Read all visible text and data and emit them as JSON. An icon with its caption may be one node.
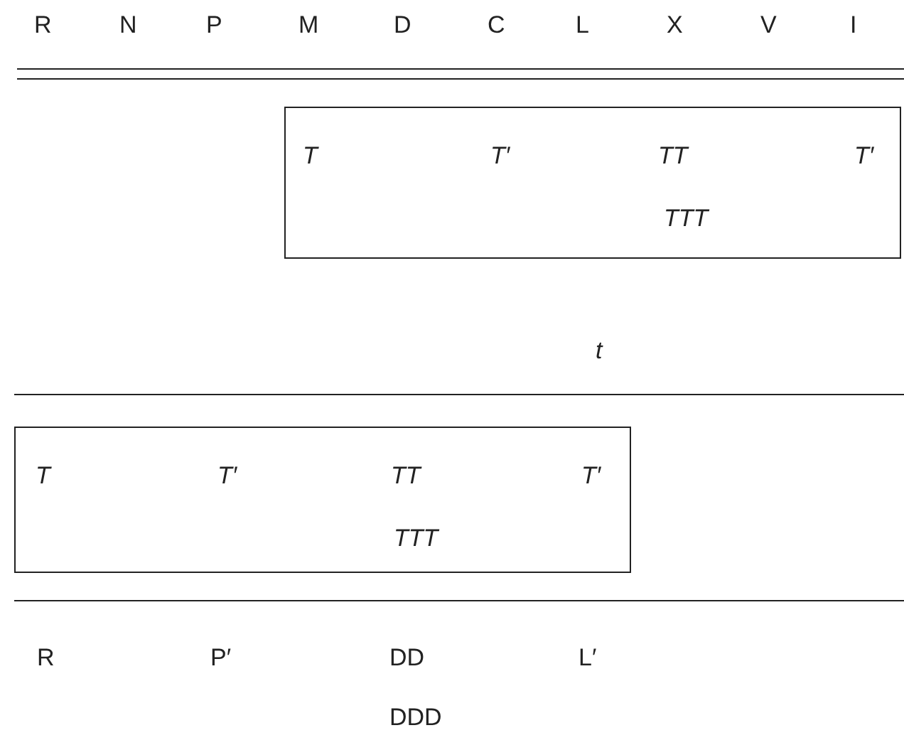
{
  "diagram": {
    "nodes": [
      {
        "text": [
          "T",
          "T′",
          "TT",
          "T′",
          "TTT"
        ]
      },
      {
        "text": [
          "T",
          "T′",
          "TT",
          "T′",
          "TTT"
        ]
      }
    ],
    "labels": [
      "R",
      "N",
      "P",
      "M",
      "D",
      "C",
      "L",
      "X",
      "V",
      "I",
      "t",
      "R",
      "P′",
      "DD",
      "L′",
      "DDD"
    ]
  }
}
